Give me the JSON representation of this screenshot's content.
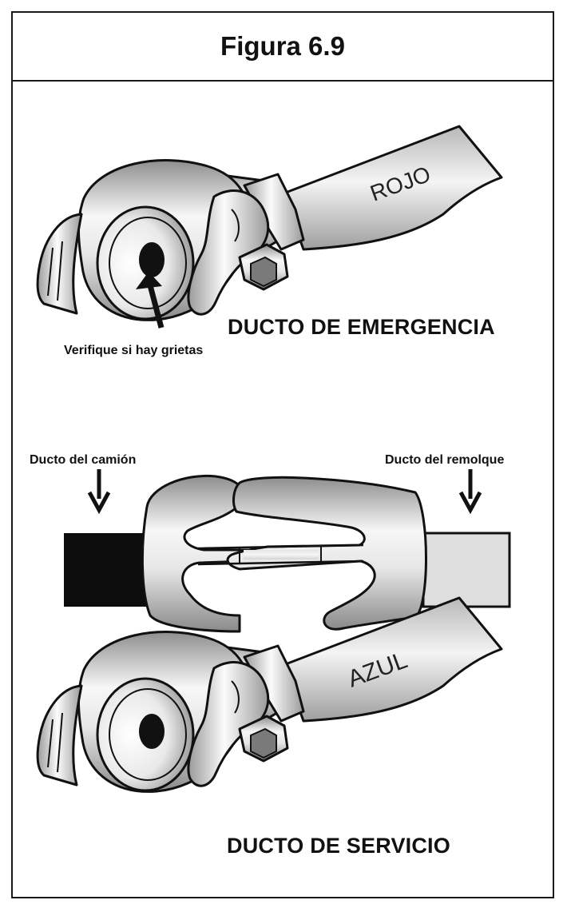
{
  "figure": {
    "title": "Figura 6.9"
  },
  "emergency": {
    "hose_label": "ROJO",
    "caption": "DUCTO DE EMERGENCIA",
    "callout": "Verifique si hay grietas"
  },
  "coupling": {
    "truck_label": "Ducto del camión",
    "trailer_label": "Ducto del remolque"
  },
  "service": {
    "hose_label": "AZUL",
    "caption": "DUCTO DE SERVICIO"
  }
}
